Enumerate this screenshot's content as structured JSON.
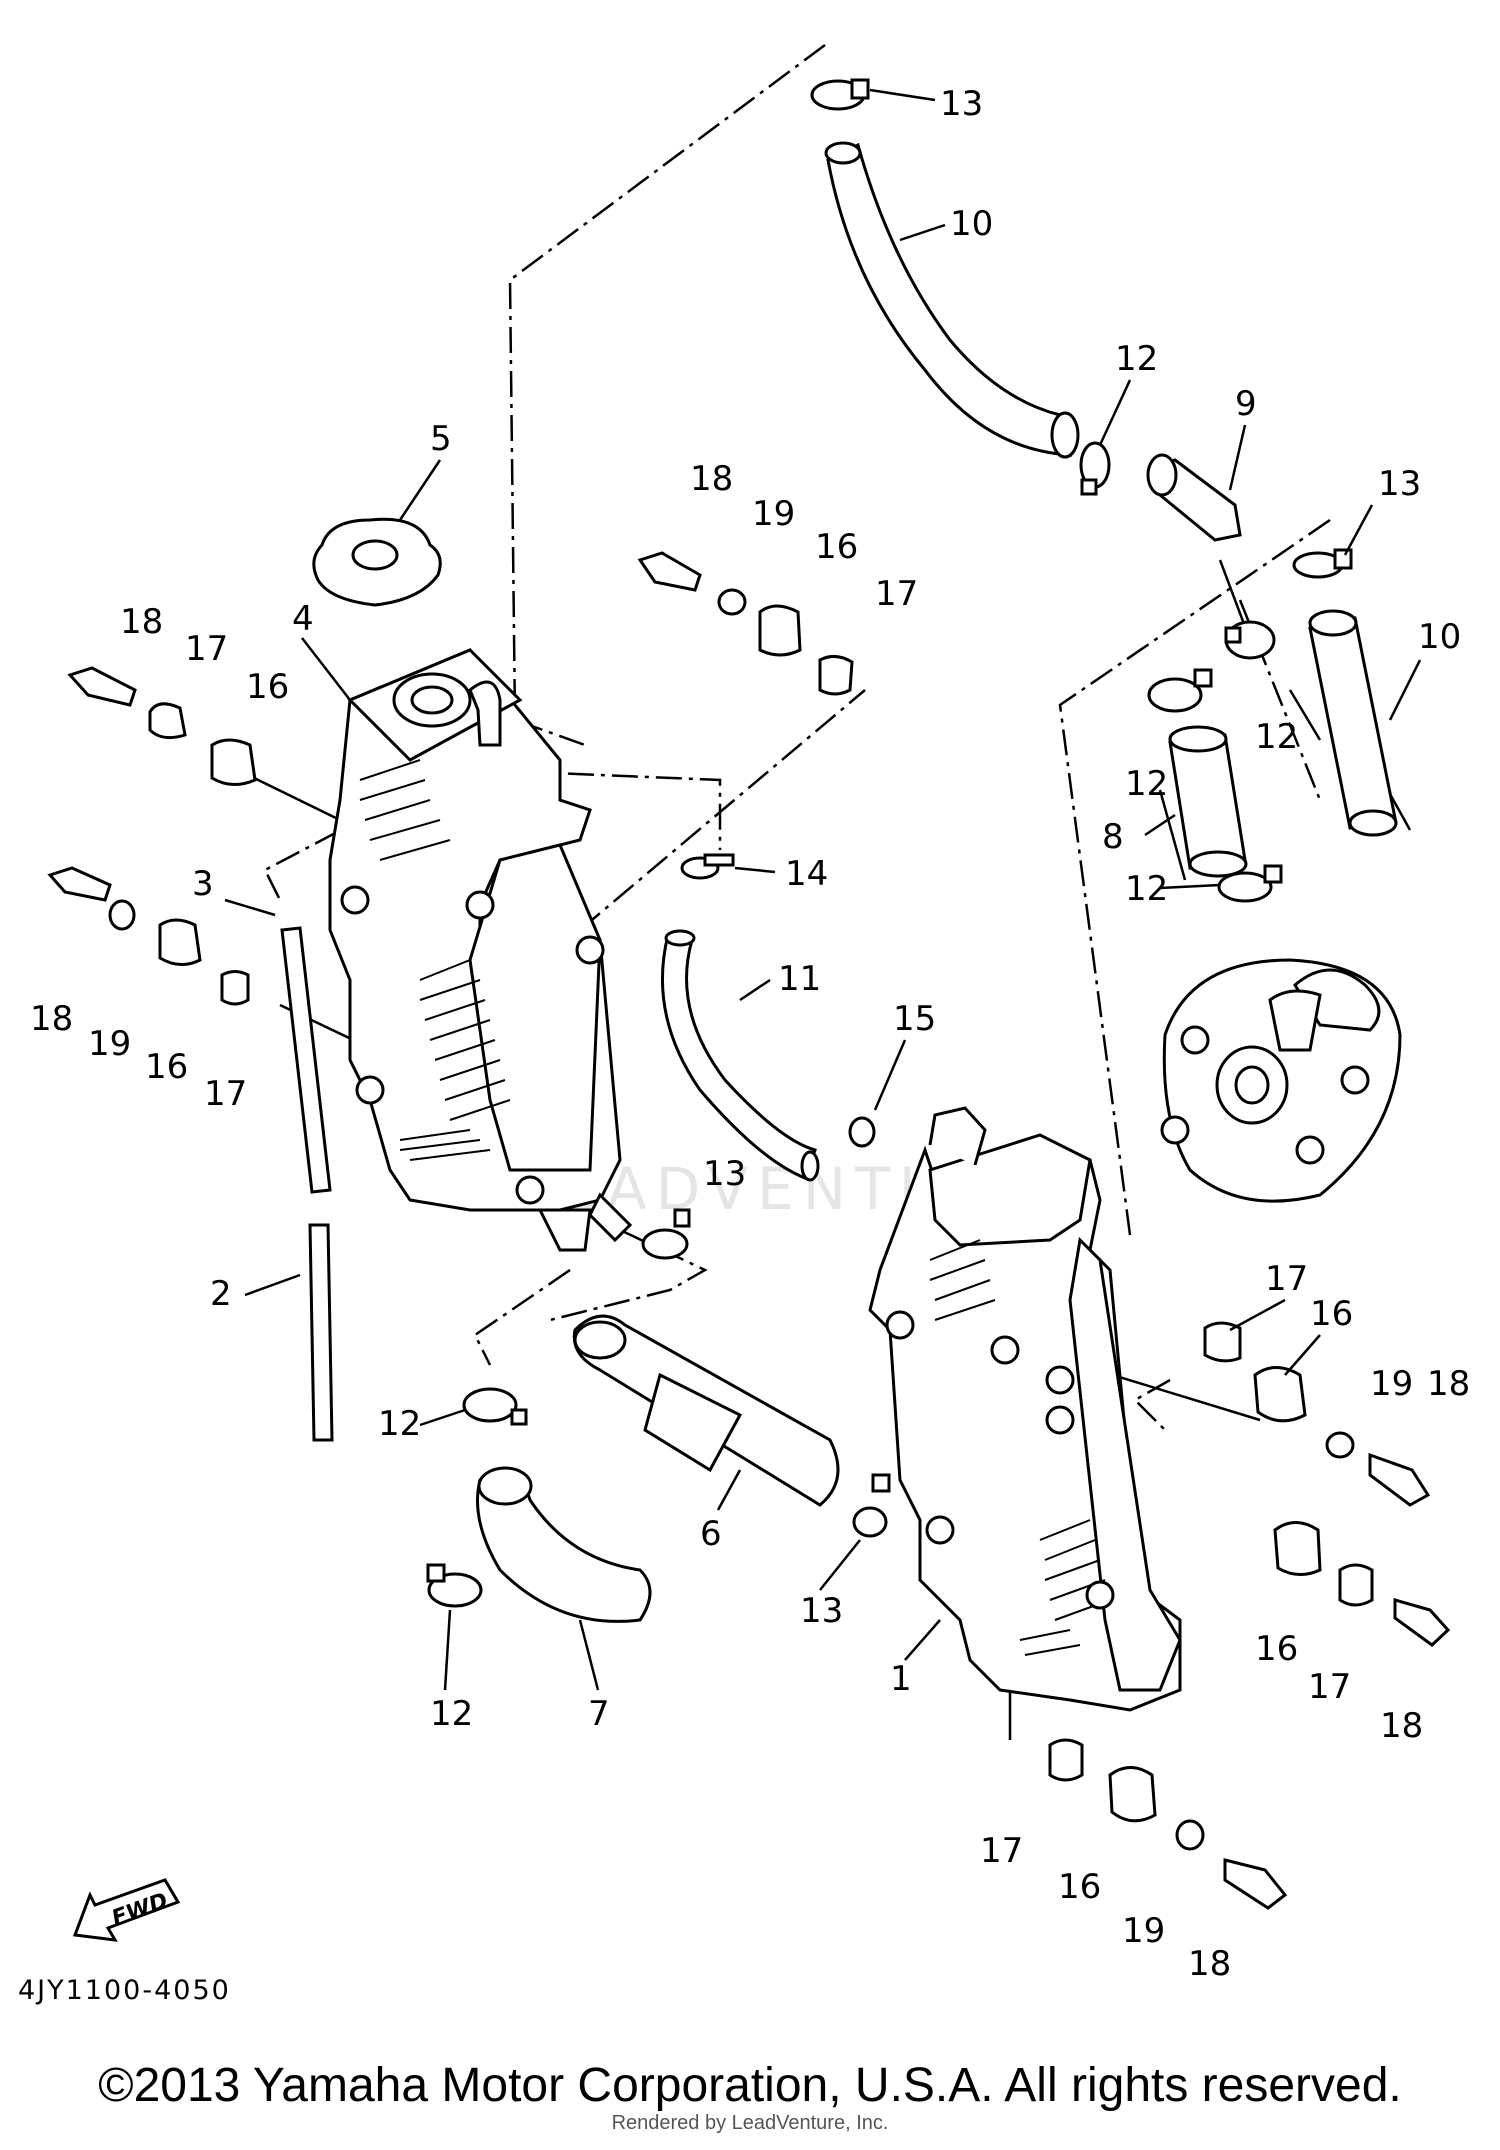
{
  "diagram": {
    "drawing_code": "4JY1100-4050",
    "fwd_label": "FWD",
    "watermark": "LEADVENTURE",
    "callouts": [
      {
        "id": "c13a",
        "text": "13"
      },
      {
        "id": "c10a",
        "text": "10"
      },
      {
        "id": "c12a",
        "text": "12"
      },
      {
        "id": "c9",
        "text": "9"
      },
      {
        "id": "c13b",
        "text": "13"
      },
      {
        "id": "c10b",
        "text": "10"
      },
      {
        "id": "c12b",
        "text": "12"
      },
      {
        "id": "c12c",
        "text": "12"
      },
      {
        "id": "c8",
        "text": "8"
      },
      {
        "id": "c12d",
        "text": "12"
      },
      {
        "id": "c5",
        "text": "5"
      },
      {
        "id": "c18a",
        "text": "18"
      },
      {
        "id": "c19a",
        "text": "19"
      },
      {
        "id": "c16a",
        "text": "16"
      },
      {
        "id": "c17a",
        "text": "17"
      },
      {
        "id": "c18b",
        "text": "18"
      },
      {
        "id": "c17b",
        "text": "17"
      },
      {
        "id": "c4",
        "text": "4"
      },
      {
        "id": "c16b",
        "text": "16"
      },
      {
        "id": "c3",
        "text": "3"
      },
      {
        "id": "c14",
        "text": "14"
      },
      {
        "id": "c11",
        "text": "11"
      },
      {
        "id": "c15",
        "text": "15"
      },
      {
        "id": "c18c",
        "text": "18"
      },
      {
        "id": "c19b",
        "text": "19"
      },
      {
        "id": "c16c",
        "text": "16"
      },
      {
        "id": "c17c",
        "text": "17"
      },
      {
        "id": "c13c",
        "text": "13"
      },
      {
        "id": "c2",
        "text": "2"
      },
      {
        "id": "c12e",
        "text": "12"
      },
      {
        "id": "c6",
        "text": "6"
      },
      {
        "id": "c13d",
        "text": "13"
      },
      {
        "id": "c12f",
        "text": "12"
      },
      {
        "id": "c7",
        "text": "7"
      },
      {
        "id": "c1",
        "text": "1"
      },
      {
        "id": "c17d",
        "text": "17"
      },
      {
        "id": "c16d",
        "text": "16"
      },
      {
        "id": "c19c",
        "text": "19"
      },
      {
        "id": "c18d",
        "text": "18"
      },
      {
        "id": "c16e",
        "text": "16"
      },
      {
        "id": "c17e",
        "text": "17"
      },
      {
        "id": "c18e",
        "text": "18"
      },
      {
        "id": "c17f",
        "text": "17"
      },
      {
        "id": "c16f",
        "text": "16"
      },
      {
        "id": "c19d",
        "text": "19"
      },
      {
        "id": "c18f",
        "text": "18"
      }
    ]
  },
  "footer": {
    "copyright": "©2013 Yamaha Motor Corporation, U.S.A. All rights reserved.",
    "rendered_by": "Rendered by LeadVenture, Inc."
  }
}
